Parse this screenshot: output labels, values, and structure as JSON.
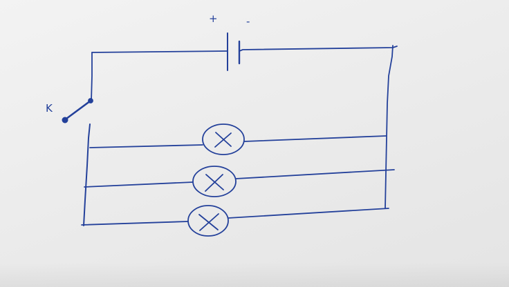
{
  "diagram": {
    "battery": {
      "positive_label": "+",
      "negative_label": "-"
    },
    "switch": {
      "label": "K"
    },
    "lamps": [
      {
        "symbol": "X"
      },
      {
        "symbol": "X"
      },
      {
        "symbol": "X"
      }
    ],
    "ink_color": "#23409a",
    "paper_color": "#ececec"
  }
}
